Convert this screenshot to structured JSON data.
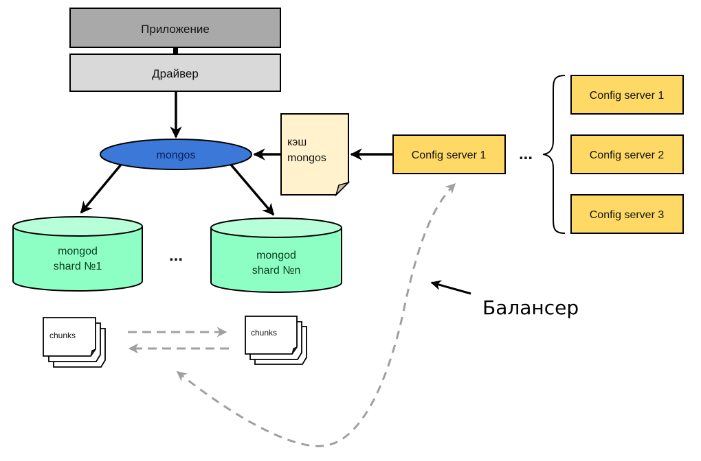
{
  "app_box": {
    "label": "Приложение",
    "color": "#a9a9a9"
  },
  "driver_box": {
    "label": "Драйвер",
    "color": "#d9d9d9"
  },
  "mongos": {
    "label": "mongos",
    "color": "#3c78d8",
    "text_color": "#0b1e5b"
  },
  "cache": {
    "line1": "кэш",
    "line2": "mongos",
    "color": "#fff2cc"
  },
  "config_main": {
    "label": "Config server 1",
    "color": "#ffd966"
  },
  "config_ellipsis": "...",
  "config_replicas": [
    {
      "label": "Config server 1"
    },
    {
      "label": "Config server 2"
    },
    {
      "label": "Config server 3"
    }
  ],
  "shards": [
    {
      "line1": "mongod",
      "line2": "shard №1"
    },
    {
      "line1": "mongod",
      "line2": "shard №n"
    }
  ],
  "shard_color": {
    "body": "#8effc4",
    "top": "#b7ffd9",
    "text": "#0a3d20"
  },
  "shard_ellipsis": "...",
  "chunks": [
    {
      "label": "chunks"
    },
    {
      "label": "chunks"
    }
  ],
  "balancer": {
    "label": "Балансер"
  },
  "colors": {
    "stroke": "#000000",
    "dashed": "#a0a0a0"
  }
}
